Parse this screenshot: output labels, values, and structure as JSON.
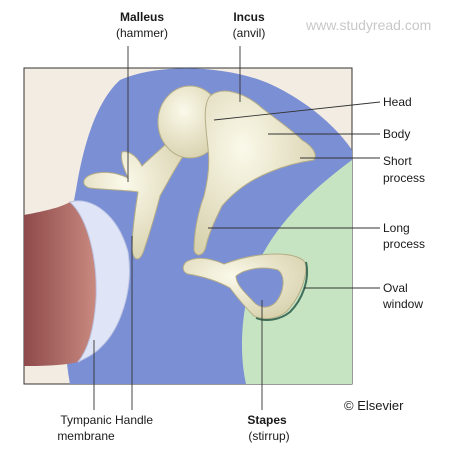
{
  "watermark": "www.studyread.com",
  "copyright": "© Elsevier",
  "labels": {
    "malleus": "Malleus",
    "malleus_sub": "(hammer)",
    "incus": "Incus",
    "incus_sub": "(anvil)",
    "head": "Head",
    "body": "Body",
    "short_process_1": "Short",
    "short_process_2": "process",
    "long_process_1": "Long",
    "long_process_2": "process",
    "oval_window_1": "Oval",
    "oval_window_2": "window",
    "tympanic_1": "Tympanic",
    "tympanic_2": "membrane",
    "handle": "Handle",
    "stapes": "Stapes",
    "stapes_sub": "(stirrup)"
  },
  "colors": {
    "cavity_bg": "#f3ece2",
    "cavity_blue": "#7b8fd4",
    "inner_ear_green": "#c7e4c2",
    "canal_red": "#b06862",
    "membrane": "#dfe4f6",
    "bone": "#eae6cc",
    "bone_edge": "#b5ad86",
    "leader": "#333333"
  }
}
